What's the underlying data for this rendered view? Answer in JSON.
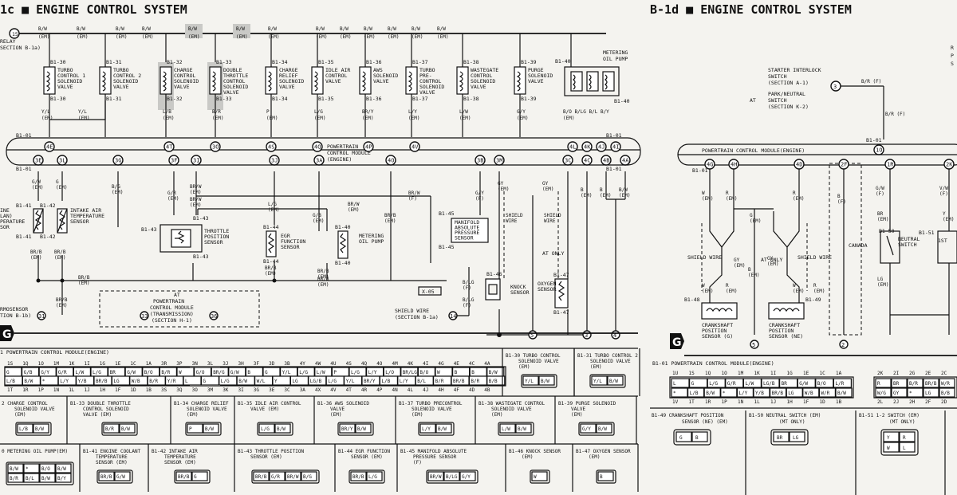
{
  "titles": {
    "left": "1c ■ ENGINE CONTROL SYSTEM",
    "right": "B-1d ■ ENGINE CONTROL SYSTEM"
  },
  "left": {
    "top_ref": {
      "circle": "15",
      "relay": "RELAY",
      "section": "SECTION B-1a)"
    },
    "components": [
      {
        "code": "B1-30",
        "lines": [
          "TURBO",
          "CONTROL 1",
          "SOLENOID",
          "VALVE"
        ]
      },
      {
        "code": "B1-31",
        "lines": [
          "TURBO",
          "CONTROL 2",
          "SOLENOID",
          "VALVE"
        ]
      },
      {
        "code": "B1-32",
        "lines": [
          "CHARGE",
          "CONTROL",
          "SOLENOID",
          "VALVE"
        ]
      },
      {
        "code": "B1-33",
        "lines": [
          "DOUBLE",
          "THROTTLE",
          "CONTROL",
          "SOLENOID",
          "VALVE"
        ]
      },
      {
        "code": "B1-34",
        "lines": [
          "CHARGE",
          "RELIEF",
          "SOLENOID",
          "VALVE"
        ]
      },
      {
        "code": "B1-35",
        "lines": [
          "IDLE AIR",
          "CONTROL",
          "VALVE"
        ]
      },
      {
        "code": "B1-36",
        "lines": [
          "AWS",
          "SOLENOID",
          "VALVE"
        ]
      },
      {
        "code": "B1-37",
        "lines": [
          "TURBO",
          "PRE-",
          "CONTROL",
          "SOLENOID",
          "VALVE"
        ]
      },
      {
        "code": "B1-38",
        "lines": [
          "WASTEGATE",
          "CONTROL",
          "SOLENOID",
          "VALVE"
        ]
      },
      {
        "code": "B1-39",
        "lines": [
          "PURGE",
          "SOLENOID",
          "VALVE"
        ]
      },
      {
        "code": "B1-40",
        "lines": [
          "METERING",
          "OIL PUMP"
        ]
      }
    ],
    "top_wires": [
      "B/W (EM)",
      "B/W (EM)",
      "B/W (EM)",
      "B/W (EM)",
      "B/W (EM)",
      "B/W (EM)",
      "B/W (EM)",
      "B/W (EM)",
      "B/W (EM)",
      "B/W (EM)",
      "B/W (EM)",
      "B/W (EM)",
      "B/W (EM)"
    ],
    "mid_wires": [
      "Y/L (EM)",
      "Y/L (EM)",
      "L/B (EM)",
      "B/R (EM)",
      "P (EM)",
      "L/G (EM)",
      "BR/Y (EM)",
      "L/Y (EM)",
      "L/W (EM)",
      "G/Y (EM)",
      "B/O B/LG B/L B/Y (EM)"
    ],
    "pcm_label": [
      "POWERTRAIN",
      "CONTROL MODULE",
      "(ENGINE)"
    ],
    "pcm_top_pins": [
      "4E",
      "4T",
      "3O",
      "4S",
      "4Q",
      "4P",
      "4V",
      "4L",
      "4K",
      "4J",
      "4I"
    ],
    "pcm_bottom_pins": [
      "3E",
      "3L",
      "3G",
      "3F",
      "3I",
      "3J",
      "3A",
      "4O",
      "3B",
      "3M",
      "3C",
      "4C",
      "4B",
      "4A"
    ],
    "sensors": [
      {
        "code": "B1-41",
        "lines": [
          "INE",
          "LAN)",
          "PERATURE",
          "SOR"
        ]
      },
      {
        "code": "B1-42",
        "lines": [
          "INTAKE AIR",
          "TEMPERATURE",
          "SENSOR"
        ]
      },
      {
        "code": "B1-43",
        "lines": [
          "THROTTLE",
          "POSITION",
          "SENSOR"
        ]
      },
      {
        "code": "B1-44",
        "lines": [
          "EGR",
          "FUNCTION",
          "SENSOR"
        ]
      },
      {
        "code": "B1-40",
        "lines": [
          "METERING",
          "OIL PUMP"
        ]
      },
      {
        "code": "B1-45",
        "lines": [
          "MANIFOLD",
          "ABSOLUTE",
          "PRESSURE",
          "SENSOR"
        ]
      },
      {
        "code": "B1-46",
        "lines": [
          "KNOCK",
          "SENSOR"
        ]
      },
      {
        "code": "B1-47",
        "lines": [
          "OXYGEN",
          "SENSOR"
        ]
      }
    ],
    "lower_wires": [
      "G/W (EM)",
      "G (EM)",
      "B/G (EM)",
      "G/R (EM)",
      "BR/W (EM)",
      "BR/W (EM)",
      "L/G (EM)",
      "G/B (EM)",
      "BR/W (EM)",
      "BR/B (EM)",
      "BR/W (F)",
      "G/Y (F)",
      "GY (EM)",
      "GY (EM)",
      "B (EM)",
      "B (EM)",
      "B/W (EM)"
    ],
    "ground_wires": [
      "BR/B (EM)",
      "BR/B (EM)",
      "BR/B (EM)",
      "BR/B (EM)",
      "BR/B (EM)",
      "BR/B (EM)",
      "BR/B (EM)",
      "B/LG (F)",
      "B/LG (F)"
    ],
    "at_box": [
      "AT",
      "POWERTRAIN",
      "CONTROL MODULE",
      "(TRANSMISSION)",
      "(SECTION H-1)"
    ],
    "misc": {
      "thermo": "RMOSENSOR",
      "thermo_sec": "TION B-1b)",
      "shield_wire": "SHIELD WIRE",
      "shield_sec": "(SECTION B-1a)",
      "x05": "X-05",
      "at_only": "AT ONLY",
      "shield": "SHIELD WIRE"
    },
    "ground_circles": [
      "5",
      "3",
      "4"
    ],
    "conn_title": "1 POWERTRAIN CONTROL MODULE(ENGINE)",
    "conn_row1": [
      "1S",
      "1Q",
      "1O",
      "1M",
      "1K",
      "1I",
      "1G",
      "1E",
      "1C",
      "1A",
      "3R",
      "3P",
      "3N",
      "3L",
      "3J",
      "3H",
      "3F",
      "3D",
      "3B",
      "4Y",
      "4W",
      "4U",
      "4S",
      "4Q",
      "4O",
      "4M",
      "4K",
      "4I",
      "4G",
      "4E",
      "4C",
      "4A"
    ],
    "conn_row2": [
      "G",
      "G/B",
      "G/Y",
      "G/R",
      "L/W",
      "L/G",
      "BR",
      "G/W",
      "B/O",
      "B/R",
      "W",
      "G/O",
      "BR/G",
      "G/W",
      "B",
      "G",
      "Y/L",
      "L/G",
      "L/W",
      "P",
      "L/G",
      "L/Y",
      "L/O",
      "BR/LG",
      "B/O",
      "W",
      "B",
      "B",
      "B/W"
    ],
    "conn_row3": [
      "L/B",
      "B/W",
      "*",
      "L/Y",
      "Y/B",
      "BR/B",
      "LG",
      "W/B",
      "B/R",
      "Y/R",
      "L",
      "G",
      "L/G",
      "B/W",
      "W/L",
      "Y",
      "LG",
      "LG/B",
      "L/G",
      "Y/L",
      "BR/Y",
      "L/B",
      "L/Y",
      "B/L",
      "B/R",
      "BR/B",
      "B/R",
      "B/B"
    ],
    "conn_row4": [
      "1T",
      "1R",
      "1P",
      "1N",
      "1L",
      "1J",
      "1H",
      "1F",
      "1D",
      "1B",
      "3S",
      "3Q",
      "3O",
      "3M",
      "3K",
      "3I",
      "3G",
      "3E",
      "3C",
      "3A",
      "4X",
      "4V",
      "4T",
      "4R",
      "4P",
      "4N",
      "4L",
      "4J",
      "4H",
      "4F",
      "4D",
      "4B"
    ],
    "cells": [
      {
        "code": "B1-30",
        "title": [
          "TURBO CONTROL",
          "SOLENOID VALVE",
          "(EM)"
        ],
        "pins": [
          "Y/L",
          "B/W"
        ]
      },
      {
        "code": "B1-31",
        "title": [
          "TURBO CONTROL 2",
          "SOLENOID VALVE",
          "(EM)"
        ],
        "pins": [
          "Y/L",
          "B/W"
        ]
      },
      {
        "code": "2",
        "title": [
          "CHARGE CONTROL",
          "SOLENOID VALVE",
          "(EM)"
        ],
        "pins": [
          "L/B",
          "B/W"
        ]
      },
      {
        "code": "B1-33",
        "title": [
          "DOUBLE THROTTLE",
          "CONTROL SOLENOID",
          "VALVE (EM)"
        ],
        "pins": [
          "B/R",
          "B/W"
        ]
      },
      {
        "code": "B1-34",
        "title": [
          "CHARGE RELIEF",
          "SOLENOID VALVE",
          "(EM)"
        ],
        "pins": [
          "P",
          "B/W"
        ]
      },
      {
        "code": "B1-35",
        "title": [
          "IDLE AIR CONTROL",
          "VALVE (EM)"
        ],
        "pins": [
          "L/G",
          "B/W"
        ]
      },
      {
        "code": "B1-36",
        "title": [
          "AWS SOLENOID",
          "VALVE",
          "(EM)"
        ],
        "pins": [
          "BR/Y",
          "B/W"
        ]
      },
      {
        "code": "B1-37",
        "title": [
          "TURBO PRECONTROL",
          "SOLENOID VALVE",
          "(EM)"
        ],
        "pins": [
          "L/Y",
          "B/W"
        ]
      },
      {
        "code": "B1-38",
        "title": [
          "WASTEGATE CONTROL",
          "SOLENOID VALVE",
          "(EM)"
        ],
        "pins": [
          "L/W",
          "B/W"
        ]
      },
      {
        "code": "B1-39",
        "title": [
          "PURGE SOLENOID",
          "VALVE",
          "(EM)"
        ],
        "pins": [
          "G/Y",
          "B/W"
        ]
      },
      {
        "code": "0",
        "title": [
          "METERING OIL PUMP(EM)"
        ],
        "pins": [
          "B/W",
          "*",
          "B/O",
          "B/W",
          "B/R",
          "B/L",
          "B/W",
          "B/Y"
        ]
      },
      {
        "code": "B1-41",
        "title": [
          "ENGINE COOLANT",
          "TEMPERATURE",
          "SENSOR (EM)"
        ],
        "pins": [
          "BR/B",
          "G/W"
        ]
      },
      {
        "code": "B1-42",
        "title": [
          "INTAKE AIR",
          "TEMPERATURE",
          "SENSOR (EM)"
        ],
        "pins": [
          "BR/B",
          "G"
        ]
      },
      {
        "code": "B1-43",
        "title": [
          "THROTTLE POSITION",
          "SENSOR (EM)"
        ],
        "pins": [
          "BR/B",
          "G/R",
          "BR/W",
          "B/G"
        ]
      },
      {
        "code": "B1-44",
        "title": [
          "EGR FUNCTION",
          "SENSOR (EM)"
        ],
        "pins": [
          "BR/B",
          "L/G"
        ]
      },
      {
        "code": "B1-45",
        "title": [
          "MANIFOLD ABSOLUTE",
          "PRESSURE SENSOR",
          "(F)"
        ],
        "pins": [
          "BR/W",
          "B/LG",
          "G/Y"
        ]
      },
      {
        "code": "B1-46",
        "title": [
          "KNOCK SENSOR",
          "(EM)"
        ],
        "pins": [
          "W"
        ]
      },
      {
        "code": "B1-47",
        "title": [
          "OXYGEN SENSOR",
          "(EM)"
        ],
        "pins": [
          "B"
        ]
      }
    ]
  },
  "right": {
    "starter": [
      "STARTER INTERLOCK",
      "SWITCH",
      "(SECTION A-1)"
    ],
    "park": [
      "PARK/NEUTRAL",
      "SWITCH",
      "(SECTION K-2)"
    ],
    "at": "AT",
    "circle3": "3",
    "wires_top": [
      "B/R (F)",
      "B/R (F)"
    ],
    "pcm_label": [
      "POWERTRAIN CONTROL MODULE(ENGINE)"
    ],
    "pcm_pins": [
      "1O",
      "4G",
      "4H",
      "4D",
      "2F",
      "1R",
      "2K"
    ],
    "wires": [
      "W (EM)",
      "R (EM)",
      "R (EM)",
      "B (F)",
      "G/W (F)",
      "V/W (F)",
      "BR (EM)",
      "Y (EM)",
      "G (EM)",
      "GY (EM)",
      "GY (EM)",
      "B (EM)",
      "W (EM)",
      "R (EM)",
      "W (EM)",
      "R (EM)",
      "LG (EM)"
    ],
    "sensors": [
      {
        "code": "B1-48",
        "lines": [
          "CRANKSHAFT",
          "POSITION",
          "SENSOR (G)"
        ]
      },
      {
        "code": "B1-49",
        "lines": [
          "CRANKSHAFT",
          "POSITION",
          "SENSOR (NE)"
        ]
      },
      {
        "code": "B1-50",
        "lines": [
          "NEUTRAL",
          "SWITCH"
        ]
      },
      {
        "code": "B1-51",
        "lines": [
          "1ST"
        ]
      }
    ],
    "misc": {
      "shield": "SHIELD WIRE",
      "at_only": "AT ONLY",
      "canada": "CANADA",
      "ground5": "5",
      "ground2": "2",
      "edge": [
        "R",
        "P",
        "S"
      ]
    },
    "conn_title": "B1-01 POWERTRAIN CONTROL MODULE(ENGINE)",
    "conn_row1": [
      "1U",
      "1S",
      "1Q",
      "1O",
      "1M",
      "1K",
      "1I",
      "1G",
      "1E",
      "1C",
      "1A"
    ],
    "conn_row2": [
      "L",
      "G",
      "L/G",
      "G/R",
      "L/W",
      "LG/B",
      "BR",
      "G/W",
      "B/O",
      "L/R"
    ],
    "conn_row3": [
      "*",
      "L/B",
      "B/W",
      "*",
      "L/Y",
      "Y/B",
      "BR/B",
      "LG",
      "W/B",
      "W/R",
      "B/W"
    ],
    "conn_row4": [
      "1V",
      "1T",
      "1R",
      "1P",
      "1N",
      "1L",
      "1J",
      "1H",
      "1F",
      "1D",
      "1B"
    ],
    "conn2_row1": [
      "2K",
      "2I",
      "2G",
      "2E",
      "2C"
    ],
    "conn2_row2": [
      "R",
      "BR",
      "B/R",
      "BR/B",
      "W/R"
    ],
    "conn2_row3": [
      "W/G",
      "GY",
      "*",
      "LG",
      "B/B"
    ],
    "conn2_row4": [
      "2L",
      "2J",
      "2H",
      "2F",
      "2D"
    ],
    "cells": [
      {
        "code": "B1-49",
        "title": [
          "CRANKSHAFT POSITION",
          "SENSOR (NE) (EM)"
        ],
        "pins": [
          "G",
          "B"
        ]
      },
      {
        "code": "B1-50",
        "title": [
          "NEUTRAL SWITCH (EM)",
          "(MT ONLY)"
        ],
        "pins": [
          "BR",
          "LG"
        ]
      },
      {
        "code": "B1-51",
        "title": [
          "1-2 SWITCH (EM)",
          "(MT ONLY)"
        ],
        "pins": [
          "Y",
          "R",
          "W",
          "L"
        ]
      }
    ]
  }
}
